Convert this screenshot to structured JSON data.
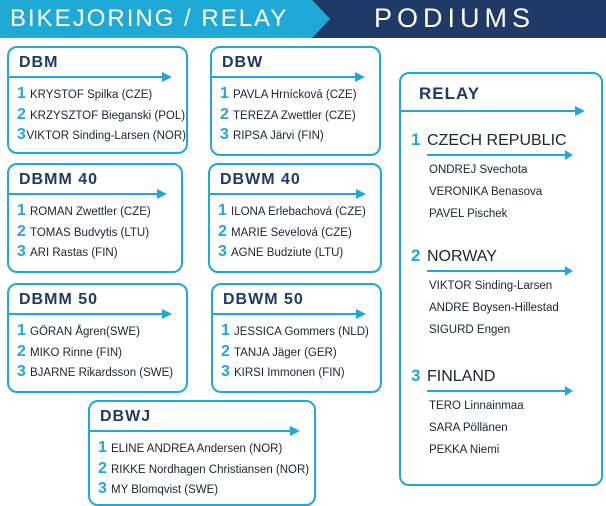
{
  "banner": {
    "left": "BIKEJORING / RELAY",
    "right": "PODIUMS"
  },
  "categories": {
    "dbm": {
      "title": "DBM",
      "rows": [
        [
          "1",
          "KRYSTOF Spilka (CZE)"
        ],
        [
          "2",
          "KRZYSZTOF Bieganski (POL)"
        ],
        [
          "3",
          "VIKTOR Sinding-Larsen (NOR)"
        ]
      ]
    },
    "dbw": {
      "title": "DBW",
      "rows": [
        [
          "1",
          "PAVLA Hrnícková (CZE)"
        ],
        [
          "2",
          "TEREZA Zwettler (CZE)"
        ],
        [
          "3",
          "RIPSA Järvi (FIN)"
        ]
      ]
    },
    "dbmm40": {
      "title": "DBMM 40",
      "rows": [
        [
          "1",
          "ROMAN Zwettler (CZE)"
        ],
        [
          "2",
          "TOMAS Budvytis (LTU)"
        ],
        [
          "3",
          "ARI Rastas (FIN)"
        ]
      ]
    },
    "dbwm40": {
      "title": "DBWM 40",
      "rows": [
        [
          "1",
          "ILONA Erlebachová (CZE)"
        ],
        [
          "2",
          "MARIE Sevelová (CZE)"
        ],
        [
          "3",
          "AGNE Budziute (LTU)"
        ]
      ]
    },
    "dbmm50": {
      "title": "DBMM 50",
      "rows": [
        [
          "1",
          "GÖRAN Ågren(SWE)"
        ],
        [
          "2",
          "MIKO Rinne (FIN)"
        ],
        [
          "3",
          "BJARNE Rikardsson (SWE)"
        ]
      ]
    },
    "dbwm50": {
      "title": "DBWM 50",
      "rows": [
        [
          "1",
          "JESSICA Gommers (NLD)"
        ],
        [
          "2",
          "TANJA Jäger (GER)"
        ],
        [
          "3",
          "KIRSI Immonen (FIN)"
        ]
      ]
    },
    "dbwj": {
      "title": "DBWJ",
      "rows": [
        [
          "1",
          "ELINE ANDREA Andersen (NOR)"
        ],
        [
          "2",
          "RIKKE Nordhagen Christiansen (NOR)"
        ],
        [
          "3",
          "MY Blomqvist (SWE)"
        ]
      ]
    }
  },
  "relay": {
    "title": "RELAY",
    "teams": [
      {
        "place": "1",
        "country": "CZECH REPUBLIC",
        "members": [
          "ONDREJ Svechota",
          "VERONIKA Benasova",
          "PAVEL Pischek"
        ]
      },
      {
        "place": "2",
        "country": "NORWAY",
        "members": [
          "VIKTOR Sinding-Larsen",
          "ANDRE Boysen-Hillestad",
          "SIGURD Engen"
        ]
      },
      {
        "place": "3",
        "country": "FINLAND",
        "members": [
          "TERO Linnainmaa",
          "SARA Pöllänen",
          "PEKKA Niemi"
        ]
      }
    ]
  }
}
